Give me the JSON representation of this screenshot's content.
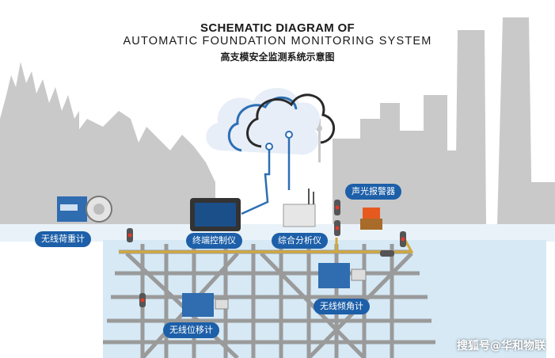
{
  "title": {
    "line1": "SCHEMATIC DIAGRAM OF",
    "line2": "AUTOMATIC FOUNDATION MONITORING SYSTEM",
    "line3": "高支模安全监测系统示意图"
  },
  "labels": {
    "load_meter": "无线荷重计",
    "terminal": "终端控制仪",
    "analyzer": "综合分析仪",
    "alarm": "声光报警器",
    "displacement": "无线位移计",
    "inclinometer": "无线倾角计"
  },
  "watermark": "搜狐号@华和物联",
  "colors": {
    "accent": "#1d5fa8",
    "scaffold": "#9a9a9a",
    "cable": "#d4a93a",
    "skyline": "#c9c9c9",
    "ground": "#d6e9f5"
  }
}
